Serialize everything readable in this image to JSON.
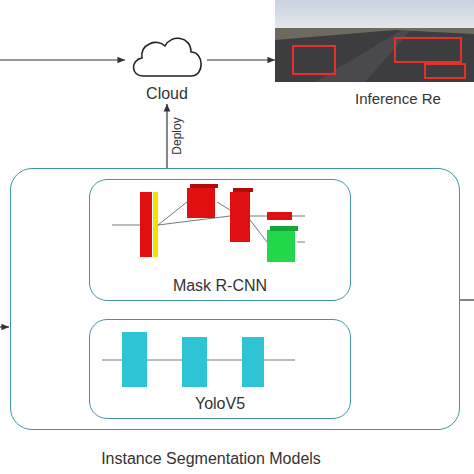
{
  "diagram": {
    "caption": "Instance Segmentation Models",
    "nodes": [
      {
        "text": [
          "Cloud"
        ]
      },
      {
        "text": [
          "Inference Re"
        ]
      },
      {
        "text": [
          "Instance Segmentation Models"
        ]
      },
      {
        "text": [
          "Mask R-CNN"
        ],
        "in": 2
      },
      {
        "text": [
          "YoloV5"
        ],
        "in": 2
      }
    ],
    "edges": [
      {
        "from": 0,
        "to": 1,
        "arrow": "to"
      },
      {
        "from": 2,
        "to": 0,
        "label": "Deploy",
        "arrow": "to"
      }
    ]
  }
}
